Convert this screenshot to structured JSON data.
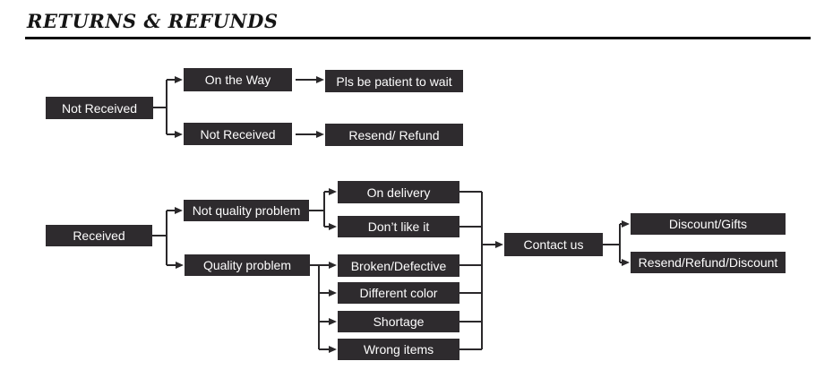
{
  "title": "RETURNS & REFUNDS",
  "colors": {
    "box_fill": "#2e2b2e",
    "box_text": "#fdfdfd",
    "line": "#2a282a",
    "title_text": "#151515",
    "background": "#ffffff"
  },
  "nodes": {
    "not_received": "Not Received",
    "on_the_way": "On the Way",
    "pls_wait": "Pls be patient to wait",
    "not_received_2": "Not Received",
    "resend_refund": "Resend/ Refund",
    "received": "Received",
    "not_quality_problem": "Not quality problem",
    "quality_problem": "Quality problem",
    "on_delivery": "On delivery",
    "dont_like_it": "Don’t like it",
    "broken_defective": "Broken/Defective",
    "different_color": "Different color",
    "shortage": "Shortage",
    "wrong_items": "Wrong items",
    "contact_us": "Contact us",
    "discount_gifts": "Discount/Gifts",
    "resend_refund_discount": "Resend/Refund/Discount"
  }
}
